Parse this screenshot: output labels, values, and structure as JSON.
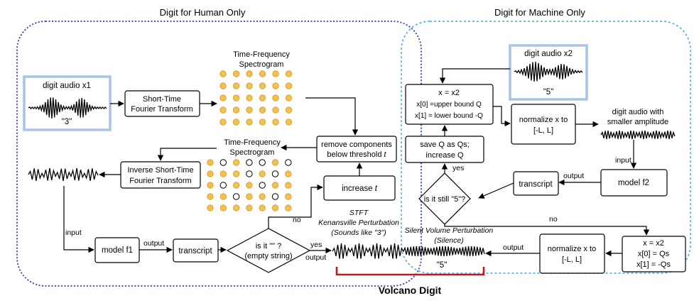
{
  "regions": {
    "human_title": "Digit for Human Only",
    "machine_title": "Digit for Machine Only"
  },
  "human": {
    "audio_x1_label": "digit audio x1",
    "audio_x1_digit": "\"3\"",
    "stft_line1": "Short-Time",
    "stft_line2": "Fourier Transform",
    "tf_spec_top_line1": "Time-Frequency",
    "tf_spec_top_line2": "Spectrogram",
    "remove_line1": "remove components",
    "remove_line2": "below threshold",
    "remove_var": "t",
    "tf_spec_mid_line1": "Time-Frequency",
    "tf_spec_mid_line2": "Spectrogram",
    "istft_line1": "Inverse Short-Time",
    "istft_line2": "Fourier Transform",
    "increase_label": "increase",
    "increase_var": "t",
    "no_label": "no",
    "input_label": "input",
    "model_f1": "model f1",
    "output_label_1": "output",
    "transcript_1": "transcript",
    "decision_line1": "is it \"\" ?",
    "decision_line2": "(empty string)",
    "yes_label": "yes",
    "output_label_2": "output"
  },
  "center": {
    "stft_title": "STFT",
    "kenansville_line1": "Kenansville Perturbation",
    "kenansville_line2": "(Sounds like \"3\")",
    "silent_line1": "Silent Volume Perturbation",
    "silent_line2": "(Silence)",
    "five_label": "\"5\"",
    "volcano_label": "Volcano Digit"
  },
  "machine": {
    "audio_x2_label": "digit audio x2",
    "audio_x2_digit": "\"5\"",
    "bounds_line1": "x = x2",
    "bounds_line2": "x[0] =upper bound Q",
    "bounds_line3": "x[1] = lower bound -Q",
    "normalize_top_line1": "normalize x to",
    "normalize_top_line2": "[-L, L]",
    "smaller_line1": "digit audio with",
    "smaller_line2": "smaller amplitude",
    "save_line1": "save Q as Qs;",
    "save_line2": "increase Q",
    "yes_label": "yes",
    "input_label": "input",
    "model_f2": "model f2",
    "output_label_1": "output",
    "transcript_2": "transcript",
    "decision_line1": "is it still \"5\"?",
    "no_label": "no",
    "final_line1": "x = x2",
    "final_line2": "x[0] = Qs",
    "final_line3": "x[1] = -Qs",
    "normalize_bottom_line1": "normalize x to",
    "normalize_bottom_line2": "[-L, L]",
    "output_label_2": "output"
  },
  "colors": {
    "human_border": "#2f3fb0",
    "machine_border": "#5ab4e6",
    "dot_fill": "#f2c14e",
    "dot_stroke": "#d9a33c",
    "blue_box_border": "#a9c3e6",
    "volcano_red": "#c0181e"
  }
}
